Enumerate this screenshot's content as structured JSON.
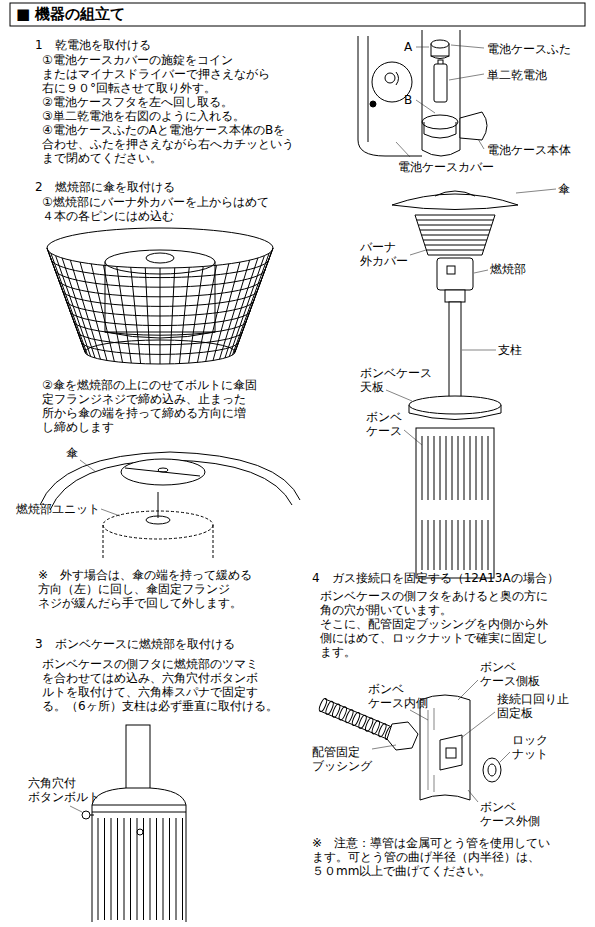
{
  "diagram": {
    "title": "■ 機器の組立て",
    "labels": [
      "1　乾電池を取付ける",
      "①電池ケースカバーの施錠をコイン またはマイナスドライバーで押さえながら 右に９０°回転させて取り外す。",
      "②電池ケースフタを左へ回し取る。",
      "③単二乾電池を右図のように入れる。",
      "④電池ケースふたのAと電池ケース本体のBを 合わせ、ふたを押さえながら右へカチッという まで閉めてください。",
      "A",
      "電池ケースふた",
      "単二乾電池",
      "B",
      "電池ケース本体",
      "電池ケースカバー",
      "2　燃焼部に傘を取付ける",
      "①燃焼部にバーナ外カバーを上からはめて ４本の各ピンにはめ込む",
      "傘",
      "バーナ 外カバー",
      "燃焼部",
      "支柱",
      "ボンベケース 天板",
      "ボンベ ケース",
      "②傘を燃焼部の上にのせてボルトに傘固 定フランジネジで締め込み、止まった 所から傘の端を持って締める方向に増 し締めします",
      "傘",
      "燃焼部ユニット",
      "※　外す場合は、傘の端を持って緩める 方向（左）に回し、傘固定フランジ ネジが緩んだら手で回して外します。",
      "4　ガス接続口を固定する（12A13Aの場合）",
      "ボンベケースの側フタをあけると奥の方に 角の穴が開いています。 そこに、配管固定ブッシングを内側から外 側にはめて、ロックナットで確実に固定し ます。",
      "3　ボンベケースに燃焼部を取付ける",
      "ボンベケースの側フタに燃焼部のツマミ を合わせてはめ込み、六角穴付ボタンボ ルトを取付けて、六角棒スパナで固定す る。（6ヶ所）支柱は必ず垂直に取付ける。",
      "ボンベ ケース側板",
      "ボンベ ケース内側",
      "接続口回り止 固定板",
      "ロック ナット",
      "配管固定 ブッシング",
      "六角穴付 ボタンボルト",
      "ボンベ ケース外側",
      "※　注意：導管は金属可とう管を使用してい ます。可とう管の曲げ半径（内半径）は、 ５０mm以上で曲げてください。"
    ]
  }
}
